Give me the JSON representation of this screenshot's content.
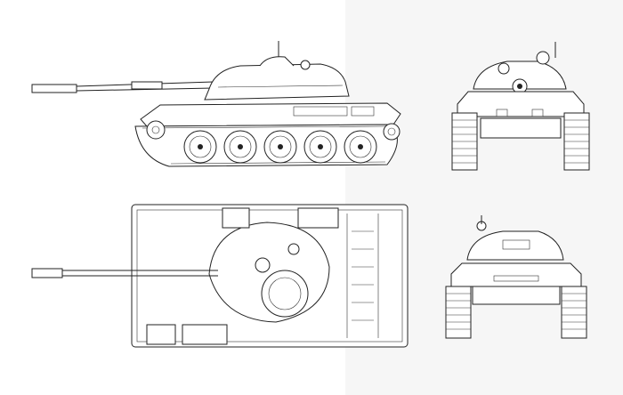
{
  "views": [
    {
      "id": "side",
      "name": "side-elevation"
    },
    {
      "id": "front",
      "name": "front-elevation"
    },
    {
      "id": "top",
      "name": "top-plan"
    },
    {
      "id": "rear",
      "name": "rear-elevation"
    }
  ],
  "colors": {
    "ink": "#222222",
    "paper": "#ffffff",
    "panel": "#f6f6f6"
  }
}
